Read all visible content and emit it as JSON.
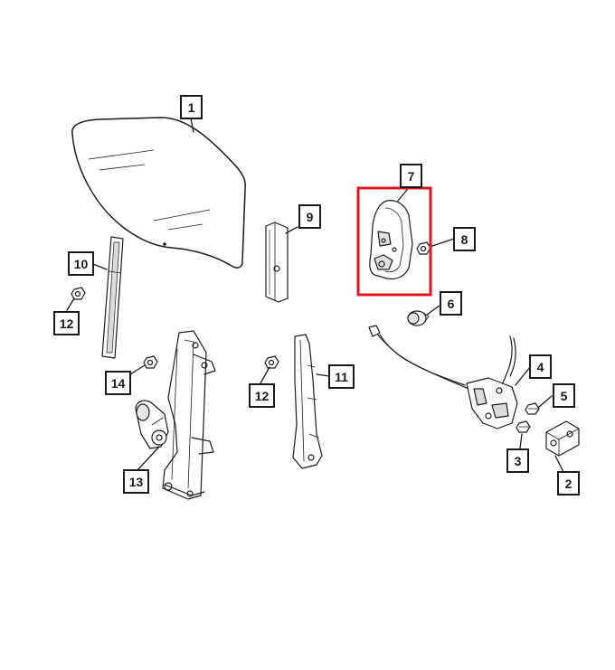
{
  "callouts": [
    {
      "id": "c1",
      "text": "1"
    },
    {
      "id": "c2",
      "text": "2"
    },
    {
      "id": "c3",
      "text": "3"
    },
    {
      "id": "c4",
      "text": "4"
    },
    {
      "id": "c5",
      "text": "5"
    },
    {
      "id": "c6",
      "text": "6"
    },
    {
      "id": "c7",
      "text": "7"
    },
    {
      "id": "c8",
      "text": "8"
    },
    {
      "id": "c9",
      "text": "9"
    },
    {
      "id": "c10",
      "text": "10"
    },
    {
      "id": "c11",
      "text": "11"
    },
    {
      "id": "c12a",
      "text": "12"
    },
    {
      "id": "c12b",
      "text": "12"
    },
    {
      "id": "c13",
      "text": "13"
    },
    {
      "id": "c14",
      "text": "14"
    }
  ],
  "highlight": {
    "color": "#e0141e",
    "target": "7"
  },
  "colors": {
    "line": "#1a1a1a",
    "part_fill": "#ffffff",
    "shade": "#cfcfcf"
  }
}
